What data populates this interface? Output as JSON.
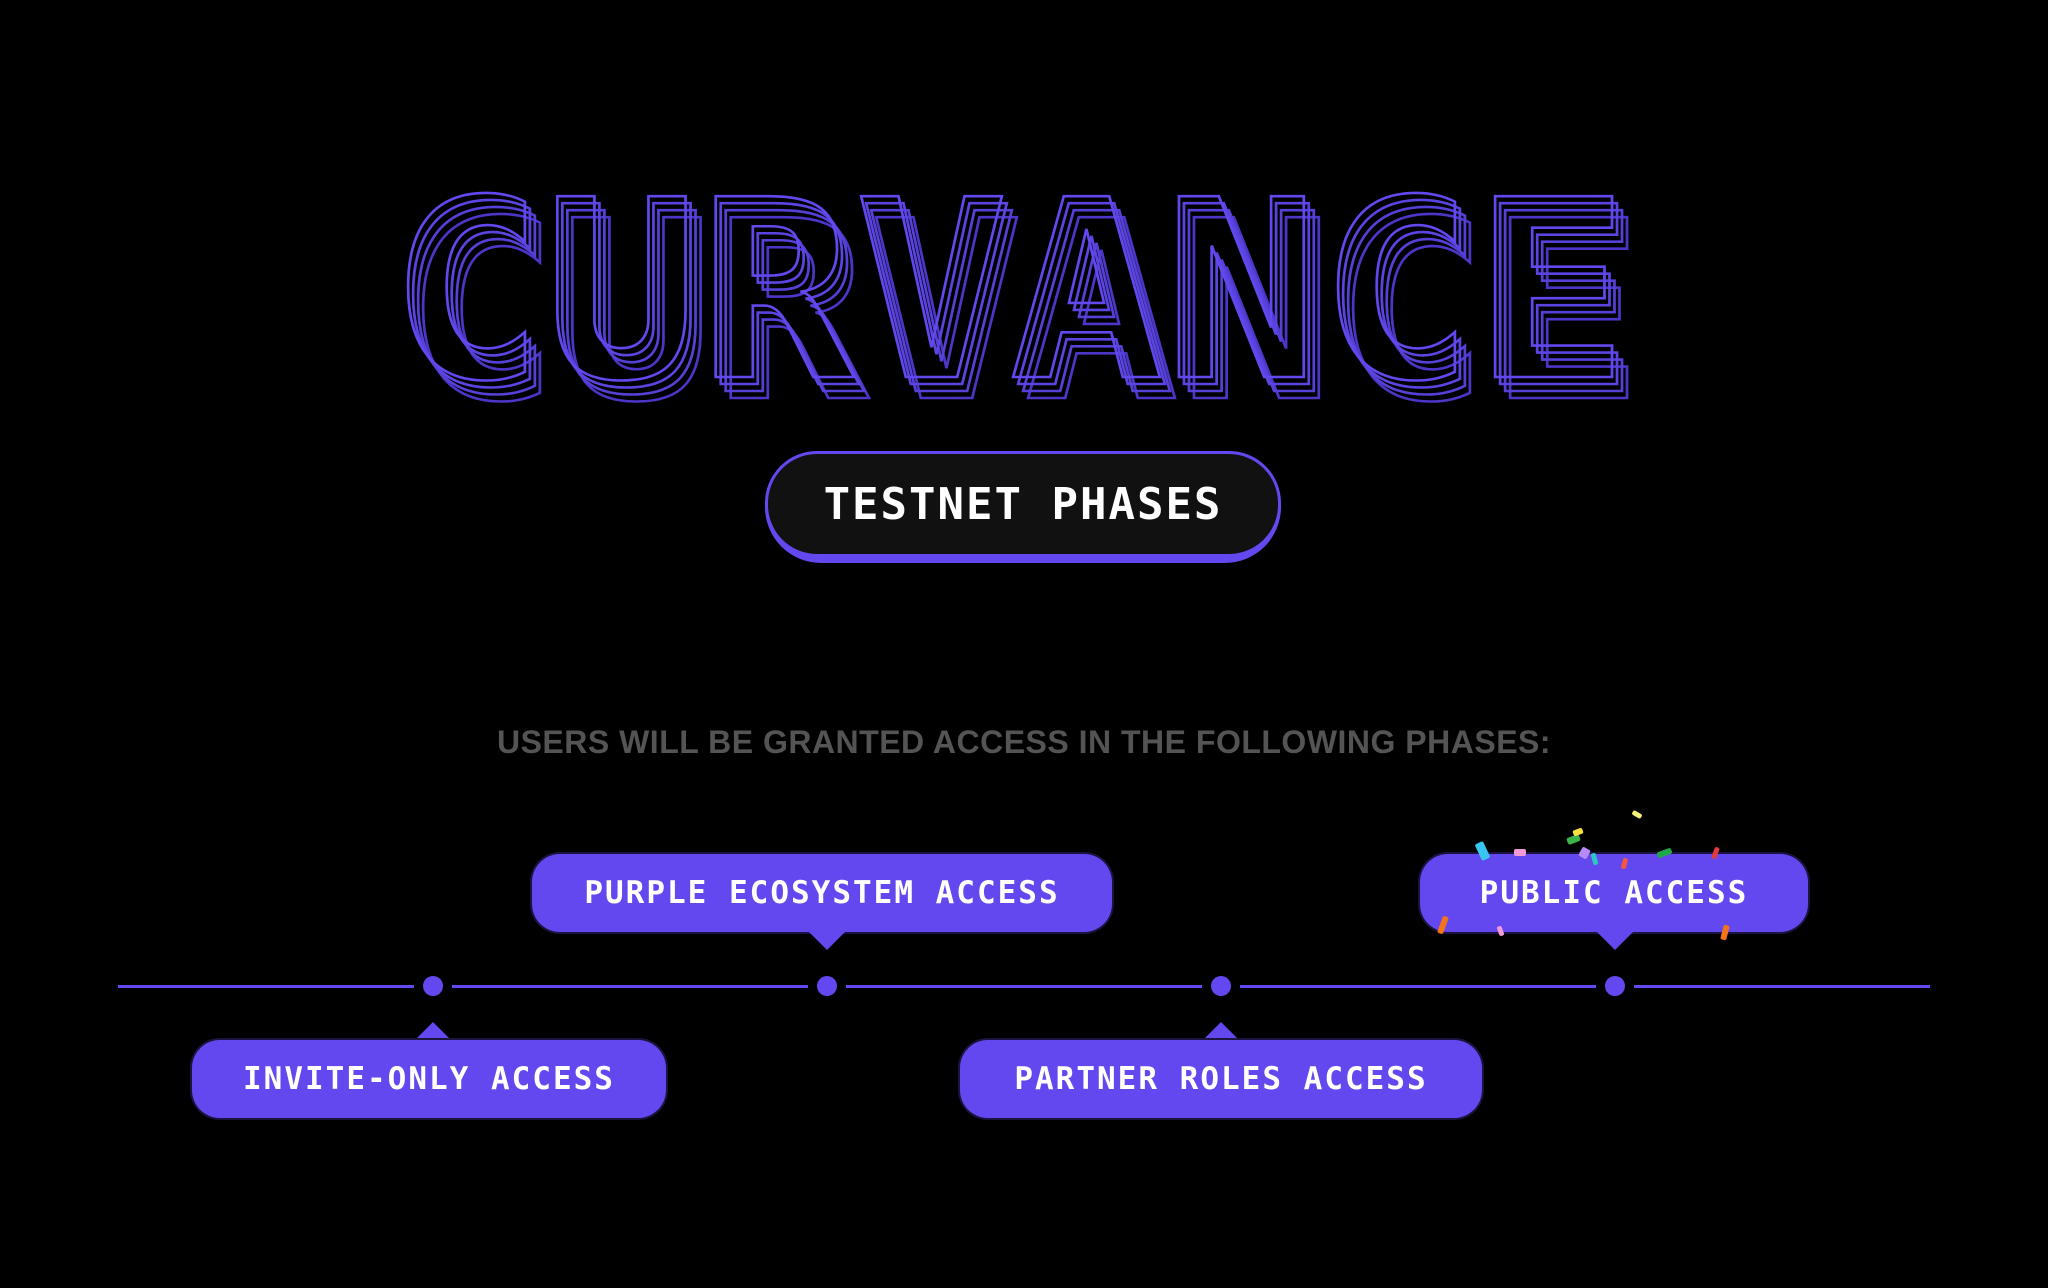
{
  "logo": {
    "text": "CURVANCE",
    "outline_color": "#6248ee"
  },
  "badge": {
    "label": "TESTNET PHASES"
  },
  "subtitle": "USERS WILL BE GRANTED ACCESS IN THE FOLLOWING PHASES:",
  "phases": [
    {
      "label": "INVITE-ONLY ACCESS"
    },
    {
      "label": "PURPLE ECOSYSTEM ACCESS"
    },
    {
      "label": "PARTNER ROLES ACCESS"
    },
    {
      "label": "PUBLIC ACCESS"
    }
  ],
  "colors": {
    "accent": "#6248ee",
    "background": "#000000",
    "subtitle": "#545454",
    "text": "#ffffff"
  }
}
